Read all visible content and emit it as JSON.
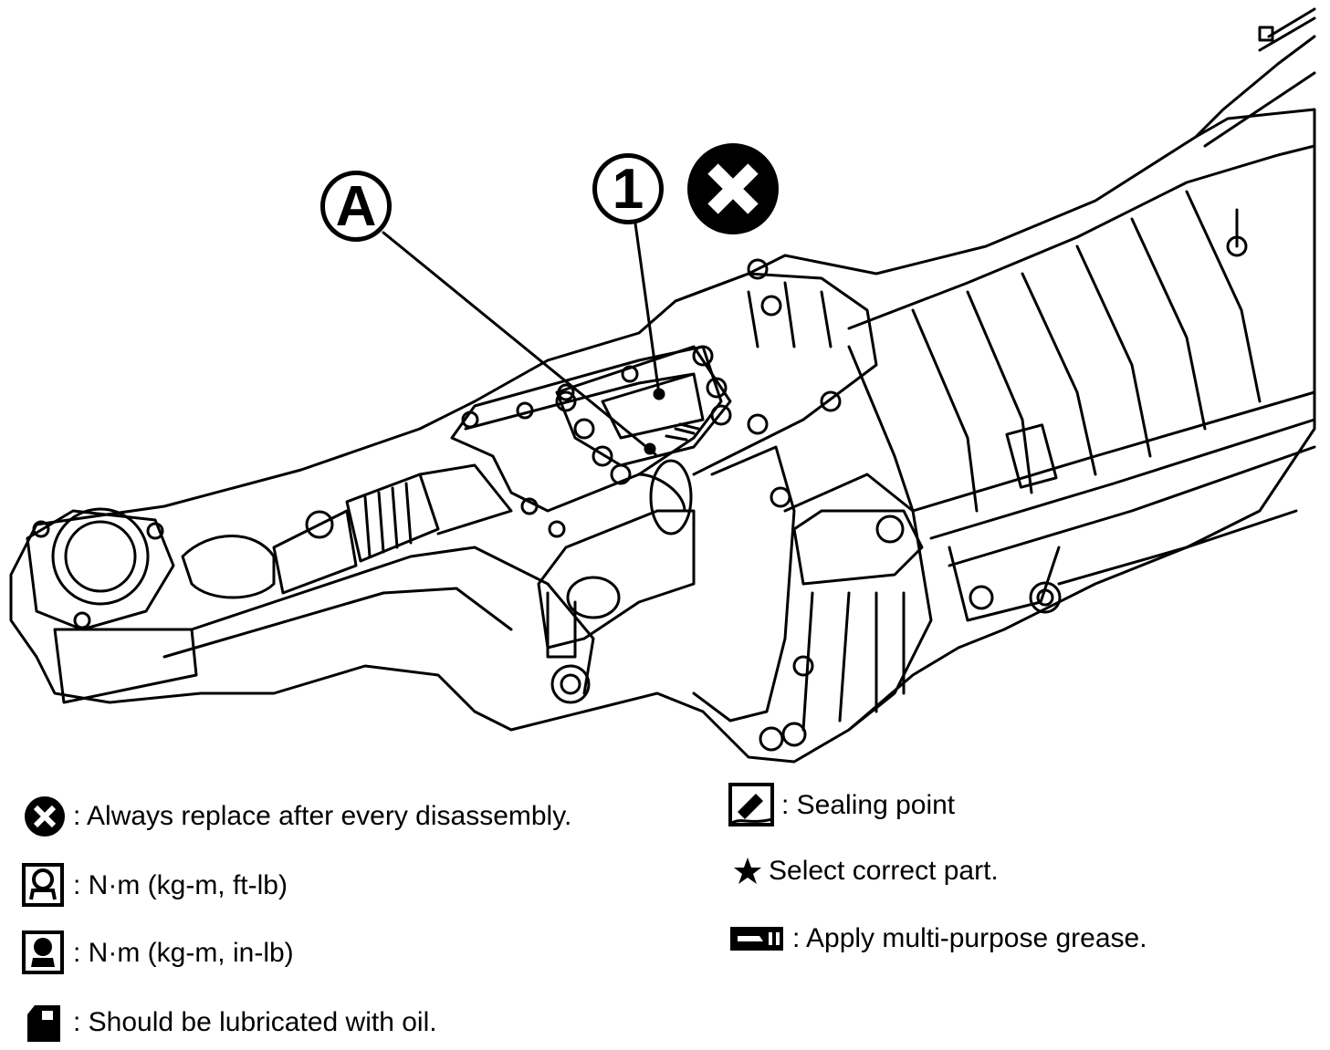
{
  "callouts": {
    "a_label": "A",
    "one_label": "1"
  },
  "legend": {
    "replace": {
      "icon": "replace-x-icon",
      "text": ": Always replace after every disassembly."
    },
    "torque_ft": {
      "icon": "torque-wrench-icon",
      "text": ": N·m (kg-m, ft-lb)"
    },
    "torque_in": {
      "icon": "torque-wrench-filled-icon",
      "text": ": N·m (kg-m, in-lb)"
    },
    "oil": {
      "icon": "oil-can-icon",
      "text": ": Should be lubricated with oil."
    },
    "sealing": {
      "icon": "sealant-tube-icon",
      "text": ": Sealing point"
    },
    "select": {
      "icon": "star-icon",
      "text": "Select correct part."
    },
    "grease": {
      "icon": "grease-gun-icon",
      "text": ": Apply multi-purpose grease."
    }
  },
  "colors": {
    "ink": "#000000",
    "paper": "#ffffff"
  }
}
